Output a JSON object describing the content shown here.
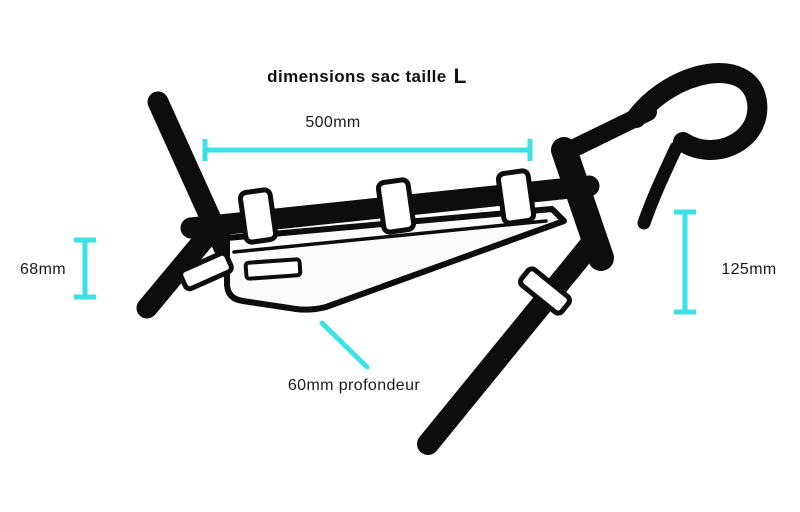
{
  "title": {
    "text": "dimensions sac taille",
    "size_label": "L"
  },
  "dimensions": {
    "width": {
      "label": "500mm"
    },
    "left_height": {
      "label": "68mm"
    },
    "right_height": {
      "label": "125mm"
    },
    "depth": {
      "label": "60mm profondeur"
    }
  },
  "colors": {
    "accent": "#3BE1E4",
    "ink": "#0D0D0D",
    "bag-fill": "#FBFBFB",
    "paper": "#FFFFFF"
  }
}
